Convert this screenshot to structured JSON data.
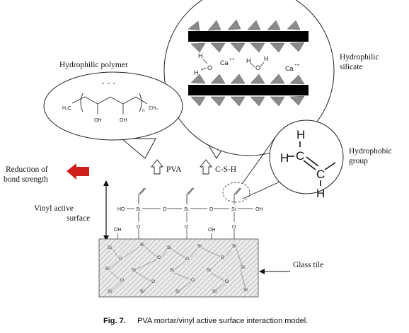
{
  "labels": {
    "hydrophilic_polymer": "Hydrophilic polymer",
    "hydrophilic_silicate_1": "Hydrophilic",
    "hydrophilic_silicate_2": "silicate",
    "hydrophobic_group_1": "Hydrophobic",
    "hydrophobic_group_2": "group",
    "reduction_1": "Reduction of",
    "reduction_2": "bond strength",
    "vinyl_active_1": "Vinyl active",
    "vinyl_active_2": "surface",
    "glass_tile": "Glass tile",
    "pva": "PVA",
    "csh": "C-S-H"
  },
  "polymer_formula": {
    "left_end": "H₃C",
    "right_end": "CH₃",
    "hydroxyl_1": "OH",
    "hydroxyl_2": "OH",
    "subscript": "n"
  },
  "silicate_species": {
    "h": "H",
    "o": "O",
    "ca": "Ca",
    "charge": "++"
  },
  "vinyl_atoms": {
    "h": "H",
    "c": "C"
  },
  "surface_chem": {
    "si": "Si",
    "o": "O",
    "ho": "HO",
    "oh": "OH"
  },
  "caption": {
    "fig_label": "Fig. 7.",
    "text": "PVA mortar/vinyl active surface interaction model."
  },
  "colors": {
    "arrow_red": "#d0201c",
    "tile_fill": "#e7e7e7",
    "sheet_black": "#000000",
    "tetra_gray": "#8a8a8a"
  }
}
